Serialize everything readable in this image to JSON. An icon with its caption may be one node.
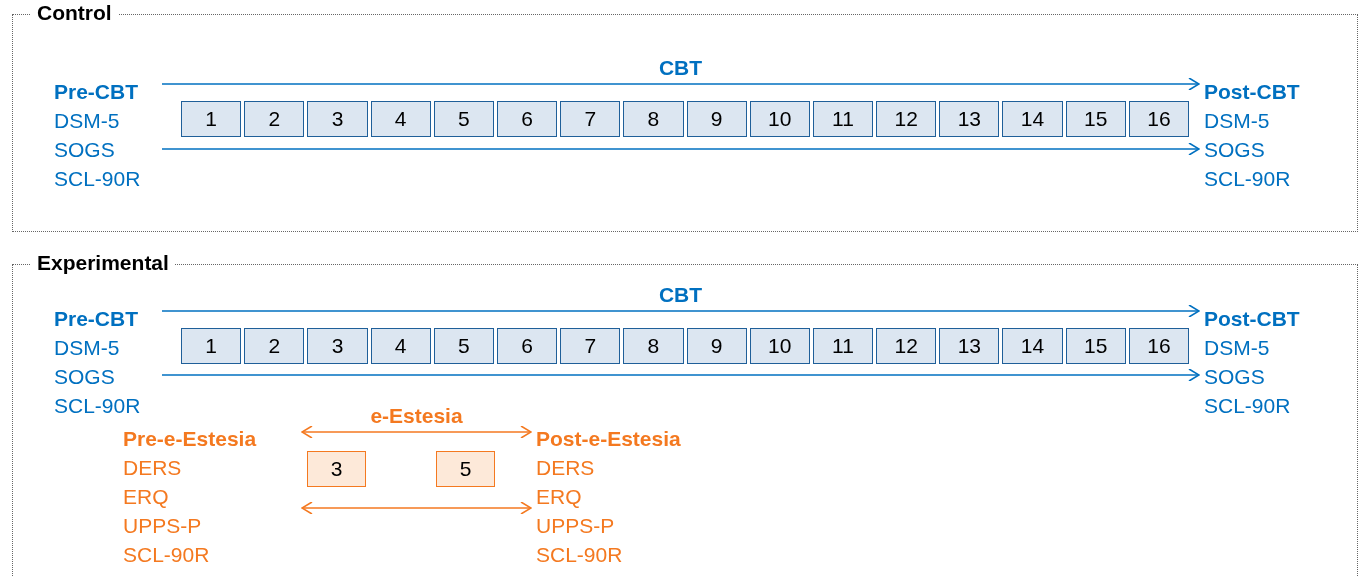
{
  "diagram": {
    "nodes": [
      {
        "text": [
          "Control"
        ]
      },
      {
        "text": [
          "Pre-CBT",
          "DSM-5",
          "SOGS",
          "SCL-90R"
        ],
        "in": 0
      },
      {
        "text": [
          "Post-CBT",
          "DSM-5",
          "SOGS",
          "SCL-90R"
        ],
        "in": 0
      },
      {
        "text": [
          "1"
        ],
        "in": 0
      },
      {
        "text": [
          "2"
        ],
        "in": 0
      },
      {
        "text": [
          "3"
        ],
        "in": 0
      },
      {
        "text": [
          "4"
        ],
        "in": 0
      },
      {
        "text": [
          "5"
        ],
        "in": 0
      },
      {
        "text": [
          "6"
        ],
        "in": 0
      },
      {
        "text": [
          "7"
        ],
        "in": 0
      },
      {
        "text": [
          "8"
        ],
        "in": 0
      },
      {
        "text": [
          "9"
        ],
        "in": 0
      },
      {
        "text": [
          "10"
        ],
        "in": 0
      },
      {
        "text": [
          "11"
        ],
        "in": 0
      },
      {
        "text": [
          "12"
        ],
        "in": 0
      },
      {
        "text": [
          "13"
        ],
        "in": 0
      },
      {
        "text": [
          "14"
        ],
        "in": 0
      },
      {
        "text": [
          "15"
        ],
        "in": 0
      },
      {
        "text": [
          "16"
        ],
        "in": 0
      },
      {
        "text": [
          "Experimental"
        ]
      },
      {
        "text": [
          "Pre-CBT",
          "DSM-5",
          "SOGS",
          "SCL-90R"
        ],
        "in": 19
      },
      {
        "text": [
          "Post-CBT",
          "DSM-5",
          "SOGS",
          "SCL-90R"
        ],
        "in": 19
      },
      {
        "text": [
          "1"
        ],
        "in": 19
      },
      {
        "text": [
          "2"
        ],
        "in": 19
      },
      {
        "text": [
          "3"
        ],
        "in": 19
      },
      {
        "text": [
          "4"
        ],
        "in": 19
      },
      {
        "text": [
          "5"
        ],
        "in": 19
      },
      {
        "text": [
          "6"
        ],
        "in": 19
      },
      {
        "text": [
          "7"
        ],
        "in": 19
      },
      {
        "text": [
          "8"
        ],
        "in": 19
      },
      {
        "text": [
          "9"
        ],
        "in": 19
      },
      {
        "text": [
          "10"
        ],
        "in": 19
      },
      {
        "text": [
          "11"
        ],
        "in": 19
      },
      {
        "text": [
          "12"
        ],
        "in": 19
      },
      {
        "text": [
          "13"
        ],
        "in": 19
      },
      {
        "text": [
          "14"
        ],
        "in": 19
      },
      {
        "text": [
          "15"
        ],
        "in": 19
      },
      {
        "text": [
          "16"
        ],
        "in": 19
      },
      {
        "text": [
          "Pre-e-Estesia",
          "DERS",
          "ERQ",
          "UPPS-P",
          "SCL-90R"
        ],
        "in": 19
      },
      {
        "text": [
          "Post-e-Estesia",
          "DERS",
          "ERQ",
          "UPPS-P",
          "SCL-90R"
        ],
        "in": 19
      },
      {
        "text": [
          "3"
        ],
        "in": 19
      },
      {
        "text": [
          "5"
        ],
        "in": 19
      }
    ],
    "edges": [
      {
        "from": 1,
        "to": 2,
        "arrow": "to",
        "label": "CBT"
      },
      {
        "from": 1,
        "to": 2,
        "arrow": "to"
      },
      {
        "from": 20,
        "to": 21,
        "arrow": "to",
        "label": "CBT"
      },
      {
        "from": 20,
        "to": 21,
        "arrow": "to"
      },
      {
        "from": 38,
        "to": 39,
        "arrow": "both",
        "label": "e-Estesia",
        "color": "#f47920"
      },
      {
        "from": 38,
        "to": 39,
        "arrow": "both",
        "color": "#f47920"
      }
    ]
  }
}
